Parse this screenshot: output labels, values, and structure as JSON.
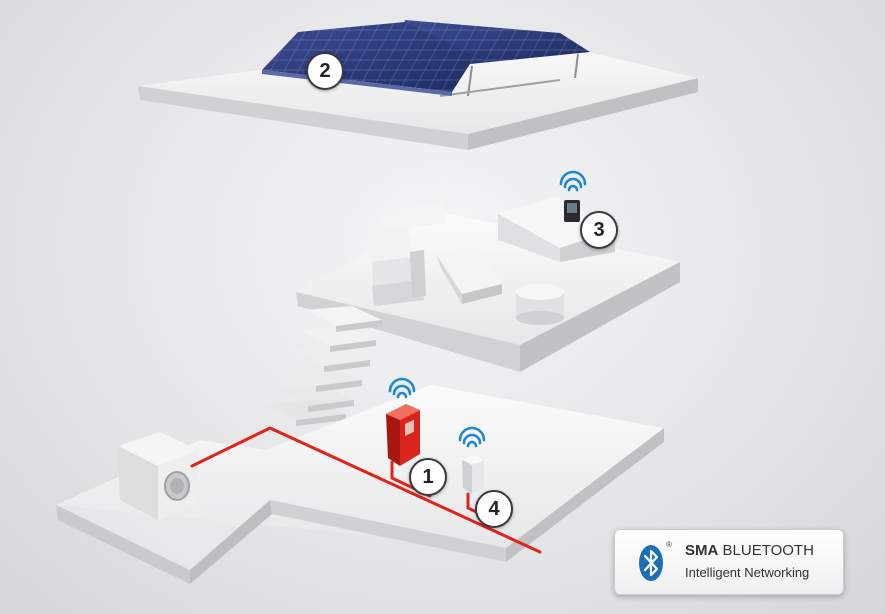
{
  "markers": [
    {
      "id": "inverter",
      "label": "1"
    },
    {
      "id": "solar-array",
      "label": "2"
    },
    {
      "id": "display-device",
      "label": "3"
    },
    {
      "id": "repeater",
      "label": "4"
    }
  ],
  "badge": {
    "brand_bold": "SMA",
    "brand_rest": " BLUETOOTH",
    "registered": "®",
    "tagline": "Intelligent Networking",
    "logo_icon": "bluetooth-icon"
  },
  "colors": {
    "cable": "#e2231a",
    "inverter": "#d8261c",
    "panel": "#2a3a78",
    "wifi": "#1f88d2",
    "bluetooth": "#1a6fb5"
  }
}
